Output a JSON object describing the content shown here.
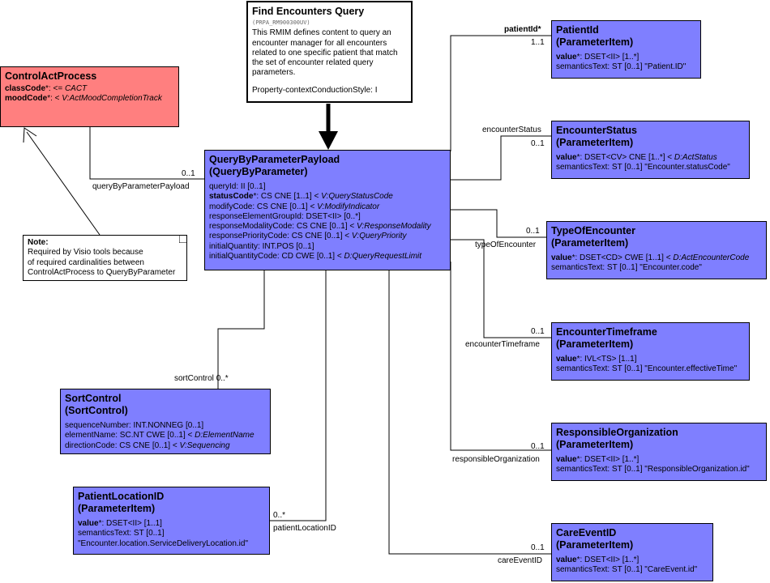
{
  "find_query": {
    "title": "Find Encounters Query",
    "code": "(PRPA_RM900300UV)",
    "description": "This RMIM defines content to query an encounter manager for all encounters related to one specific patient that match the set of encounter related query parameters.",
    "property": "Property-contextConductionStyle: I"
  },
  "control_act": {
    "title": "ControlActProcess",
    "attrs": [
      {
        "name": "classCode",
        "rest": "*: <= ",
        "italic": "CACT"
      },
      {
        "name": "moodCode",
        "rest": "*: < ",
        "italic": "V:ActMoodCompletionTrack"
      }
    ]
  },
  "note": {
    "title": "Note:",
    "lines": [
      "Required by Visio tools because",
      "of required cardinalities between",
      "ControlActProcess to QueryByParameter"
    ]
  },
  "payload": {
    "title1": "QueryByParameterPayload",
    "title2": "(QueryByParameter)",
    "attrs": [
      {
        "plain": "queryId: II [0..1]"
      },
      {
        "bold": "statusCode",
        "plain": "*: CS CNE [1..1] < ",
        "italic": "V:QueryStatusCode"
      },
      {
        "plain": "modifyCode: CS CNE [0..1] < ",
        "italic": "V:ModifyIndicator"
      },
      {
        "plain": "responseElementGroupId: DSET<II> [0..*]"
      },
      {
        "plain": "responseModalityCode: CS CNE [0..1] < ",
        "italic": "V:ResponseModality"
      },
      {
        "plain": "responsePriorityCode: CS CNE [0..1] < ",
        "italic": "V:QueryPriority"
      },
      {
        "plain": "initialQuantity: INT.POS [0..1]"
      },
      {
        "plain": "initialQuantityCode: CD CWE [0..1] < ",
        "italic": "D:QueryRequestLimit"
      }
    ]
  },
  "sort_control": {
    "title1": "SortControl",
    "title2": "(SortControl)",
    "attrs": [
      {
        "plain": "sequenceNumber: INT.NONNEG [0..1]"
      },
      {
        "plain": "elementName: SC.NT CWE [0..1] < ",
        "italic": "D:ElementName"
      },
      {
        "plain": "directionCode: CS CNE [0..1] < ",
        "italic": "V:Sequencing"
      }
    ]
  },
  "patient_location": {
    "title1": "PatientLocationID",
    "title2": "(ParameterItem)",
    "attrs": [
      {
        "bold": "value",
        "plain": "*: DSET<II> [1..1]"
      },
      {
        "plain": "semanticsText: ST [0..1]"
      },
      {
        "plain": " \"Encounter.location.ServiceDeliveryLocation.id\""
      }
    ]
  },
  "params": [
    {
      "key": "patient-id",
      "title1": "PatientId",
      "title2": "(ParameterItem)",
      "attrs": [
        {
          "bold": "value",
          "plain": "*: DSET<II> [1..*]"
        },
        {
          "plain": "semanticsText: ST [0..1] \"Patient.ID\""
        }
      ]
    },
    {
      "key": "encounter-status",
      "title1": "EncounterStatus",
      "title2": "(ParameterItem)",
      "attrs": [
        {
          "bold": "value",
          "plain": "*: DSET<CV> CNE [1..*] < ",
          "italic": "D:ActStatus"
        },
        {
          "plain": "semanticsText: ST [0..1] \"Encounter.statusCode\""
        }
      ]
    },
    {
      "key": "type-of-encounter",
      "title1": "TypeOfEncounter",
      "title2": "(ParameterItem)",
      "attrs": [
        {
          "bold": "value",
          "plain": "*: DSET<CD> CWE [1..1] < ",
          "italic": "D:ActEncounterCode"
        },
        {
          "plain": "semanticsText: ST [0..1] \"Encounter.code\""
        }
      ]
    },
    {
      "key": "encounter-timeframe",
      "title1": "EncounterTimeframe",
      "title2": "(ParameterItem)",
      "attrs": [
        {
          "bold": "value",
          "plain": "*: IVL<TS> [1..1]"
        },
        {
          "plain": "semanticsText: ST [0..1] \"Encounter.effectiveTime\""
        }
      ]
    },
    {
      "key": "responsible-organization",
      "title1": "ResponsibleOrganization",
      "title2": "(ParameterItem)",
      "attrs": [
        {
          "bold": "value",
          "plain": "*: DSET<II> [1..*]"
        },
        {
          "plain": "semanticsText: ST [0..1] \"ResponsibleOrganization.id\""
        }
      ]
    },
    {
      "key": "care-event-id",
      "title1": "CareEventID",
      "title2": "(ParameterItem)",
      "attrs": [
        {
          "bold": "value",
          "plain": "*: DSET<II> [1..*]"
        },
        {
          "plain": "semanticsText: ST [0..1] \"CareEvent.id\""
        }
      ]
    }
  ],
  "assoc": {
    "qbpp_name": "queryByParameterPayload",
    "qbpp_card": "0..1",
    "patientId_name": "patientId*",
    "patientId_card": "1..1",
    "encounterStatus_name": "encounterStatus",
    "encounterStatus_card": "0..1",
    "typeOfEncounter_name": "typeOfEncounter",
    "typeOfEncounter_card": "0..1",
    "encounterTimeframe_name": "encounterTimeframe",
    "encounterTimeframe_card": "0..1",
    "responsibleOrganization_name": "responsibleOrganization",
    "responsibleOrganization_card": "0..1",
    "careEventID_name": "careEventID",
    "careEventID_card": "0..1",
    "sortControl_name": "sortControl",
    "sortControl_card": "0..*",
    "patientLocationID_name": "patientLocationID",
    "patientLocationID_card": "0..*"
  }
}
